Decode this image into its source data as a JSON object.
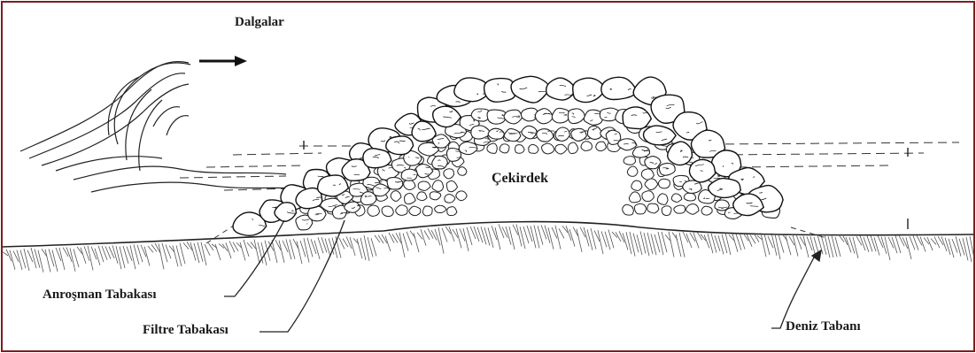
{
  "labels": {
    "waves": "Dalgalar",
    "core": "Çekirdek",
    "armour_layer": "Anroşman Tabakası",
    "filter_layer": "Filtre Tabakası",
    "sea_bed": "Deniz Tabanı"
  },
  "colors": {
    "border": "#7a1f1f",
    "ink": "#1a1a1a"
  }
}
